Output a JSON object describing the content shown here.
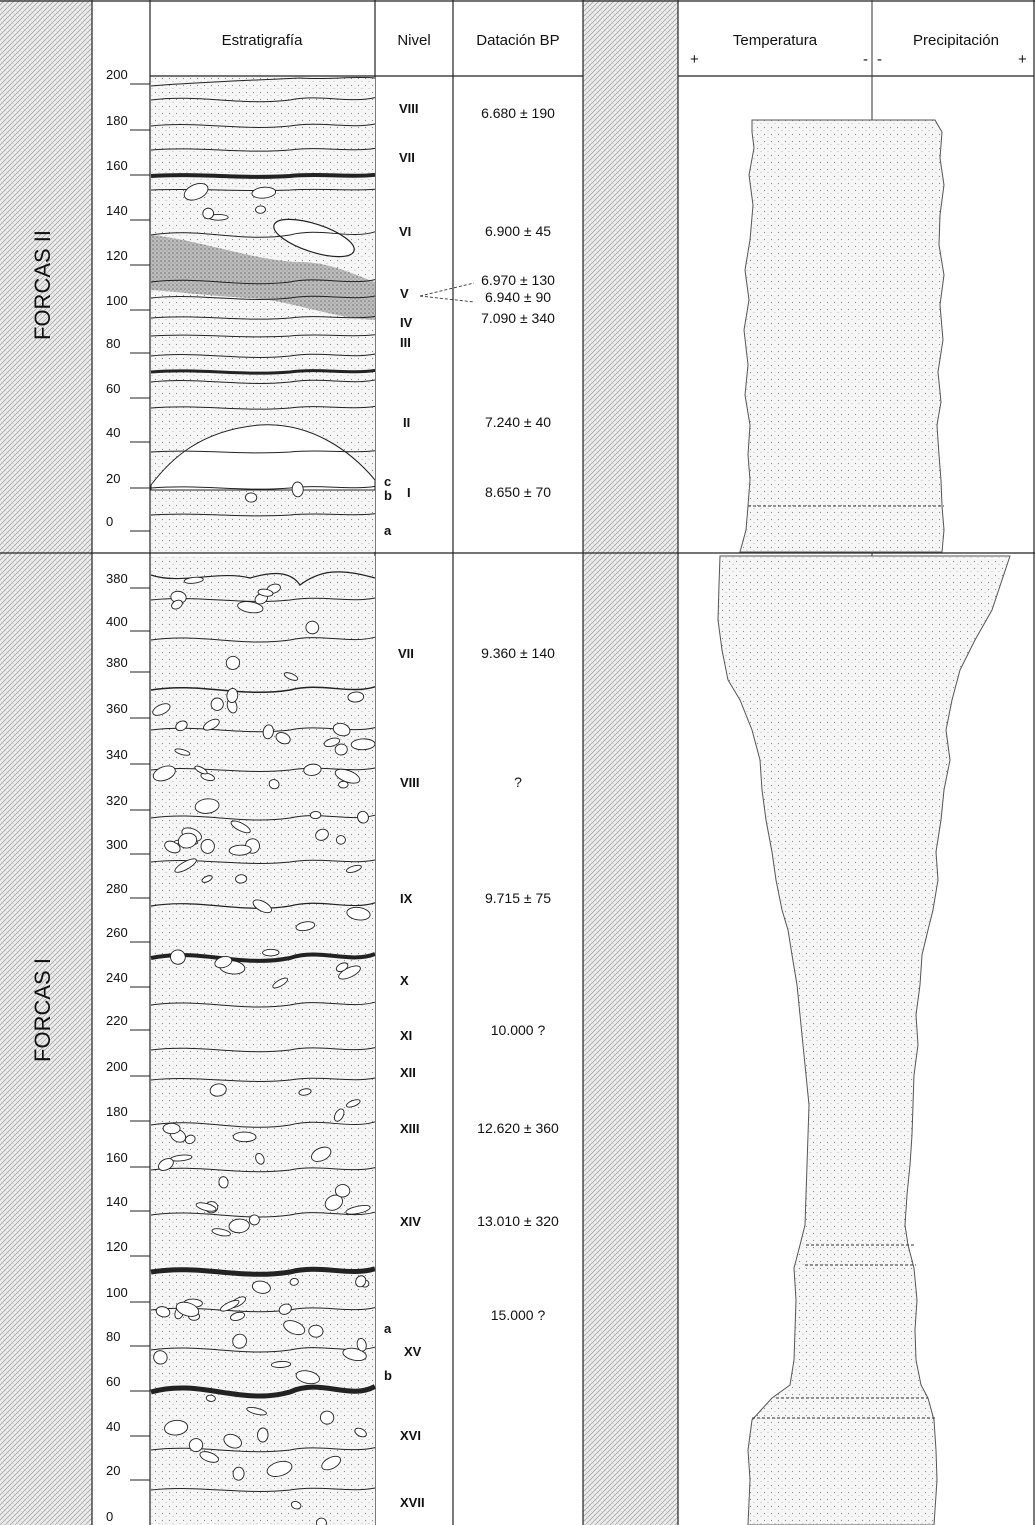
{
  "columns": {
    "stratigraphy": "Estratigrafía",
    "level": "Nivel",
    "dating": "Datación BP",
    "temperature": "Temperatura",
    "precipitation": "Precipitación",
    "temp_plus": "+",
    "temp_minus": "-",
    "prec_minus": "-",
    "prec_plus": "+"
  },
  "sections": [
    {
      "name": "FORCAS II",
      "depth_ticks": [
        "200",
        "180",
        "160",
        "140",
        "120",
        "100",
        "80",
        "60",
        "40",
        "20",
        "0"
      ],
      "levels": [
        {
          "label": "VIII",
          "date": "6.680 ± 190"
        },
        {
          "label": "VII",
          "date": ""
        },
        {
          "label": "VI",
          "date": "6.900 ± 45"
        },
        {
          "label": "V",
          "date": "6.970 ± 130",
          "date2": "6.940 ± 90"
        },
        {
          "label": "IV",
          "date": "7.090 ± 340"
        },
        {
          "label": "III",
          "date": ""
        },
        {
          "label": "II",
          "date": "7.240 ± 40"
        },
        {
          "label": "I",
          "date": "8.650 ± 70",
          "sublevels": [
            "c",
            "b",
            "a"
          ]
        }
      ]
    },
    {
      "name": "FORCAS I",
      "depth_ticks": [
        "380",
        "400",
        "380",
        "360",
        "340",
        "320",
        "300",
        "280",
        "260",
        "240",
        "220",
        "200",
        "180",
        "160",
        "140",
        "120",
        "100",
        "80",
        "60",
        "40",
        "20",
        "0"
      ],
      "levels": [
        {
          "label": "VII",
          "date": "9.360 ± 140"
        },
        {
          "label": "VIII",
          "date": "?"
        },
        {
          "label": "IX",
          "date": "9.715 ± 75"
        },
        {
          "label": "X",
          "date": ""
        },
        {
          "label": "XI",
          "date": "10.000 ?"
        },
        {
          "label": "XII",
          "date": ""
        },
        {
          "label": "XIII",
          "date": "12.620 ± 360"
        },
        {
          "label": "XIV",
          "date": "13.010 ± 320"
        },
        {
          "label": "XV",
          "date": "15.000 ?",
          "sublevels": [
            "a",
            "b"
          ]
        },
        {
          "label": "XVI",
          "date": ""
        },
        {
          "label": "XVII",
          "date": ""
        }
      ]
    }
  ]
}
